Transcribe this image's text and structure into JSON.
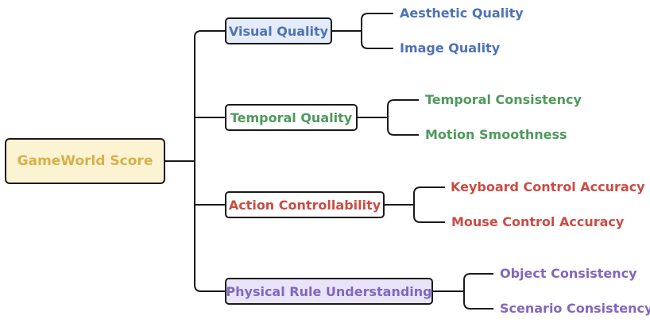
{
  "root": {
    "label": "GameWorld Score",
    "color": "#d8b04a",
    "fill": "#fcf3d3"
  },
  "categories": [
    {
      "label": "Visual Quality",
      "color": "#4e72b8",
      "fill": "#e4ecfa",
      "leaves": [
        "Aesthetic Quality",
        "Image Quality"
      ]
    },
    {
      "label": "Temporal Quality",
      "color": "#4e9a5c",
      "fill": "#ffffff",
      "leaves": [
        "Temporal Consistency",
        "Motion Smoothness"
      ]
    },
    {
      "label": "Action Controllability",
      "color": "#cc4b45",
      "fill": "#ffffff",
      "leaves": [
        "Keyboard Control Accuracy",
        "Mouse Control Accuracy"
      ]
    },
    {
      "label": "Physical Rule Understanding",
      "color": "#8267c0",
      "fill": "#e9e4f8",
      "leaves": [
        "Object Consistency",
        "Scenario Consistency"
      ]
    }
  ]
}
